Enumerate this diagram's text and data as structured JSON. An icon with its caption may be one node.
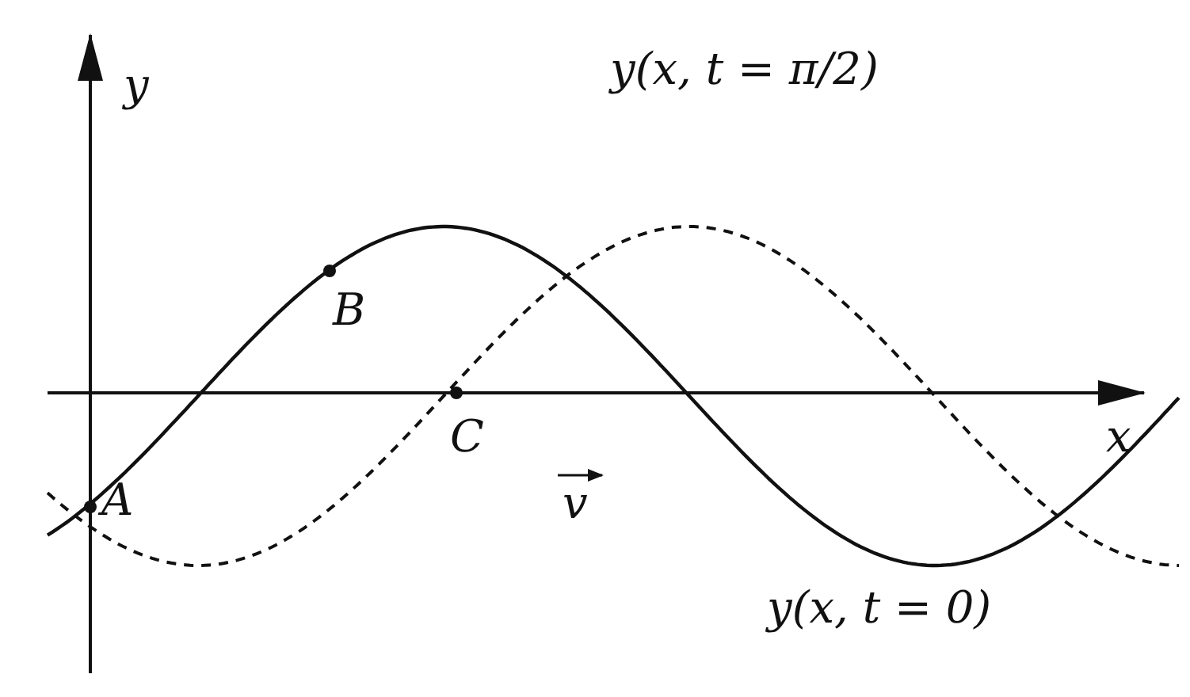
{
  "diagram": {
    "labels": [
      "y",
      "y(x, t = π/2)",
      "B",
      "C",
      "x",
      "A",
      "v",
      "y(x, t = 0)"
    ]
  }
}
